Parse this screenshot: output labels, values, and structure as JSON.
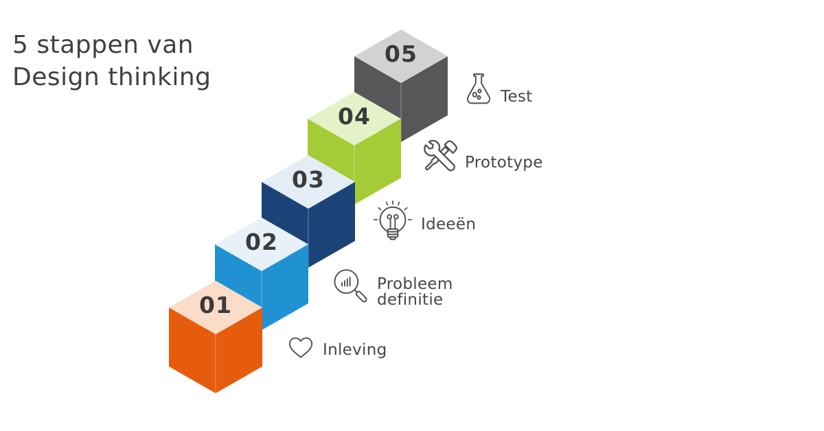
{
  "title": {
    "line1": "5 stappen van",
    "line2": "Design thinking"
  },
  "steps": [
    {
      "number": "01",
      "label": "Inleving",
      "icon": "heart-icon",
      "cube_top_color": "#fbdcc8",
      "cube_side_color": "#e55c0d"
    },
    {
      "number": "02",
      "label": "Probleem definitie",
      "icon": "magnifier-chart-icon",
      "cube_top_color": "#e8f1f9",
      "cube_side_color": "#2092d2"
    },
    {
      "number": "03",
      "label": "Ideeën",
      "icon": "lightbulb-icon",
      "cube_top_color": "#e3edf6",
      "cube_side_color": "#1b4377"
    },
    {
      "number": "04",
      "label": "Prototype",
      "icon": "tools-icon",
      "cube_top_color": "#e5f2c9",
      "cube_side_color": "#a5cb37"
    },
    {
      "number": "05",
      "label": "Test",
      "icon": "flask-icon",
      "cube_top_color": "#d2d2d3",
      "cube_side_color": "#57575a"
    }
  ],
  "colors": {
    "background": "#ffffff",
    "title_text": "#414042",
    "number_text": "#3b3b3b",
    "label_text": "#474747",
    "icon_stroke": "#4f4f4f"
  }
}
